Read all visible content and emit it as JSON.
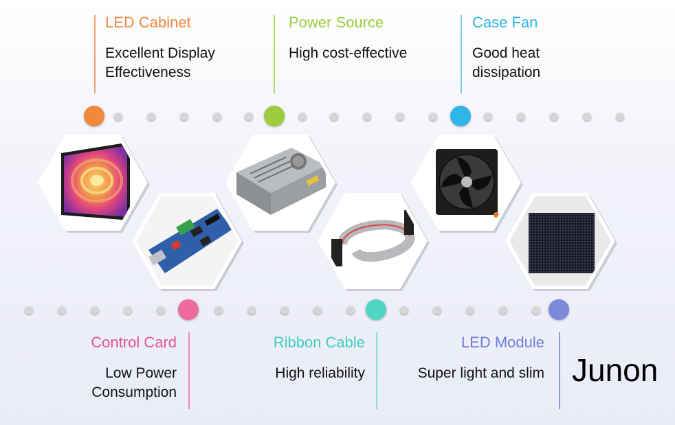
{
  "top_items": [
    {
      "title": "LED Cabinet",
      "title_color": "#f0883e",
      "line_color": "#f0a070",
      "desc": [
        "Excellent Display",
        "Effectiveness"
      ]
    },
    {
      "title": "Power Source",
      "title_color": "#9ccb3b",
      "line_color": "#b4d870",
      "desc": [
        "High cost-effective"
      ]
    },
    {
      "title": "Case Fan",
      "title_color": "#2fb5e6",
      "line_color": "#70cbee",
      "desc": [
        "Good heat",
        "dissipation"
      ]
    }
  ],
  "bottom_items": [
    {
      "title": "Control Card",
      "title_color": "#e6568e",
      "line_color": "#ee88ae",
      "desc": [
        "Low Power",
        "Consumption"
      ]
    },
    {
      "title": "Ribbon Cable",
      "title_color": "#3fd0bb",
      "line_color": "#80e0d2",
      "desc": [
        "High reliability"
      ]
    },
    {
      "title": "LED Module",
      "title_color": "#6f7fd6",
      "line_color": "#8e9ae0",
      "desc": [
        "Super light and slim"
      ]
    }
  ],
  "brand": "Junon",
  "icons": [
    "led-cabinet-photo",
    "control-card-photo",
    "power-source-photo",
    "ribbon-cable-photo",
    "case-fan-photo",
    "led-module-photo"
  ]
}
